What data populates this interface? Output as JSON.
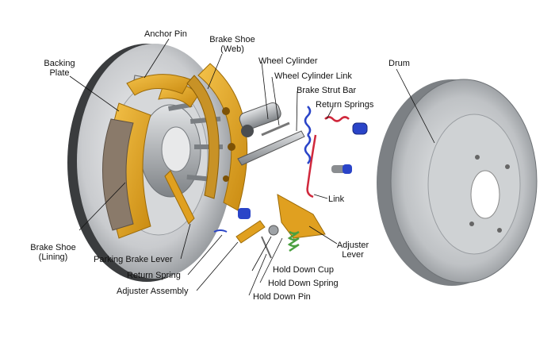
{
  "diagram": {
    "labels": {
      "anchor_pin": "Anchor Pin",
      "brake_shoe_web": "Brake Shoe",
      "brake_shoe_web_sub": "(Web)",
      "backing_plate": "Backing",
      "backing_plate_sub": "Plate",
      "wheel_cylinder": "Wheel Cylinder",
      "wheel_cylinder_link": "Wheel Cylinder Link",
      "brake_strut_bar": "Brake Strut Bar",
      "return_springs": "Return Springs",
      "drum": "Drum",
      "link": "Link",
      "adjuster_lever": "Adjuster",
      "adjuster_lever_sub": "Lever",
      "hold_down_cup": "Hold Down Cup",
      "hold_down_spring": "Hold Down Spring",
      "hold_down_pin": "Hold Down Pin",
      "adjuster_assembly": "Adjuster Assembly",
      "return_spring": "Return Spring",
      "parking_brake_lever": "Parking Brake Lever",
      "brake_shoe_lining": "Brake Shoe",
      "brake_shoe_lining_sub": "(Lining)"
    },
    "colors": {
      "shoe_web": "#e0a020",
      "lining": "#8a7a6a",
      "spring_blue": "#2a44c8",
      "spring_red": "#d0283c",
      "spring_green": "#4aa040",
      "metal": "#a8acb0"
    }
  }
}
